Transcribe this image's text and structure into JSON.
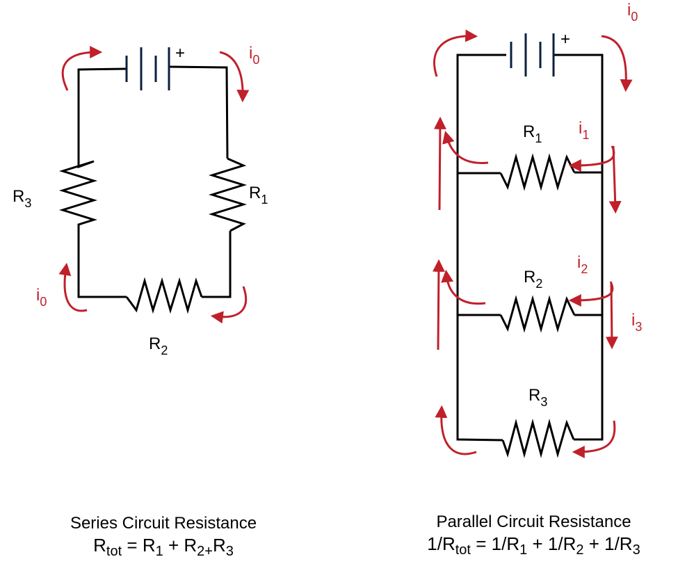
{
  "series": {
    "title": "Series Circuit Resistance",
    "formula": {
      "lhs_symbol": "R",
      "lhs_sub": "tot",
      "eq": " = ",
      "terms": [
        {
          "pre": "",
          "symbol": "R",
          "sub": "1",
          "post": " + "
        },
        {
          "pre": "",
          "symbol": "R",
          "sub": "2",
          "post": ""
        },
        {
          "pre": "+",
          "symbol": "R",
          "sub": "3",
          "post": ""
        }
      ]
    },
    "labels": {
      "r1": {
        "symbol": "R",
        "sub": "1"
      },
      "r2": {
        "symbol": "R",
        "sub": "2"
      },
      "r3": {
        "symbol": "R",
        "sub": "3"
      },
      "battery_plus": "+",
      "i0_top": {
        "symbol": "i",
        "sub": "0"
      },
      "i0_left": {
        "symbol": "i",
        "sub": "0"
      }
    }
  },
  "parallel": {
    "title": "Parallel Circuit Resistance",
    "formula": {
      "lhs_pre": "1/",
      "lhs_symbol": "R",
      "lhs_sub": "tot",
      "eq": " = ",
      "terms": [
        {
          "pre": "1/",
          "symbol": "R",
          "sub": "1",
          "post": " + "
        },
        {
          "pre": "1/",
          "symbol": "R",
          "sub": "2",
          "post": " + "
        },
        {
          "pre": "1/",
          "symbol": "R",
          "sub": "3",
          "post": ""
        }
      ]
    },
    "labels": {
      "r1": {
        "symbol": "R",
        "sub": "1"
      },
      "r2": {
        "symbol": "R",
        "sub": "2"
      },
      "r3": {
        "symbol": "R",
        "sub": "3"
      },
      "battery_plus": "+",
      "i0": {
        "symbol": "i",
        "sub": "0"
      },
      "i1": {
        "symbol": "i",
        "sub": "1"
      },
      "i2": {
        "symbol": "i",
        "sub": "2"
      },
      "i3": {
        "symbol": "i",
        "sub": "3"
      }
    }
  },
  "colors": {
    "current_arrow": "#c0202a",
    "wire": "#000000",
    "battery_plate": "#0b1f3f"
  }
}
